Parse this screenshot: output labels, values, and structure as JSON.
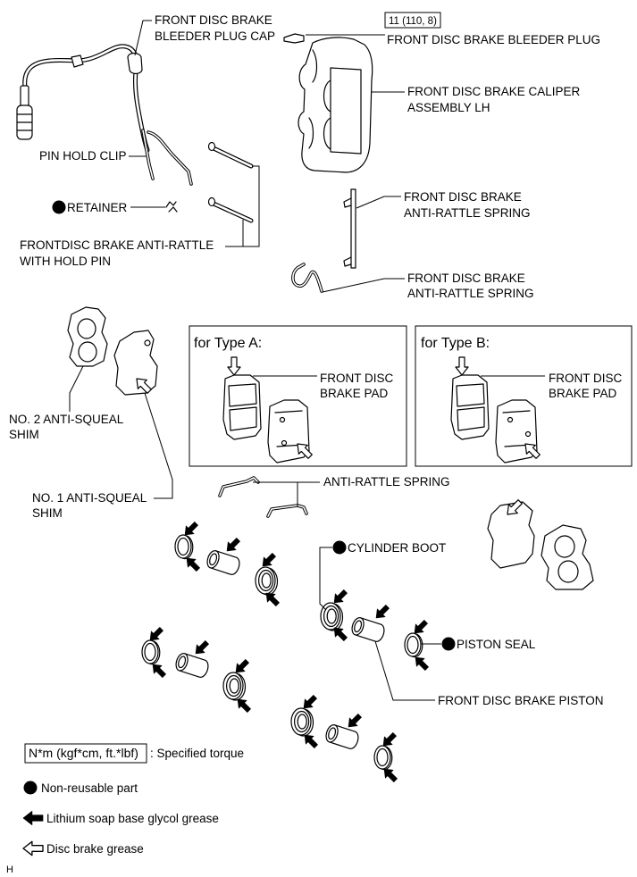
{
  "labels": {
    "bleeder_plug_cap": [
      "FRONT DISC BRAKE",
      "BLEEDER PLUG CAP"
    ],
    "bleeder_plug_torque": "11 (110, 8)",
    "bleeder_plug": "FRONT DISC BRAKE BLEEDER PLUG",
    "caliper": [
      "FRONT DISC BRAKE CALIPER",
      "ASSEMBLY LH"
    ],
    "pin_hold_clip": "PIN HOLD CLIP",
    "retainer": "RETAINER",
    "anti_rattle_hold_pin": [
      "FRONTDISC BRAKE ANTI-RATTLE",
      "WITH HOLD PIN"
    ],
    "anti_rattle_spring_upper": [
      "FRONT DISC BRAKE",
      "ANTI-RATTLE SPRING"
    ],
    "anti_rattle_spring_middle": [
      "FRONT DISC BRAKE",
      "ANTI-RATTLE SPRING"
    ],
    "no2_anti_squeal_shim": [
      "NO. 2 ANTI-SQUEAL",
      "SHIM"
    ],
    "no1_anti_squeal_shim": [
      "NO. 1 ANTI-SQUEAL",
      "SHIM"
    ],
    "anti_rattle_spring_lower": "ANTI-RATTLE SPRING",
    "cylinder_boot": "CYLINDER BOOT",
    "piston_seal": "PISTON SEAL",
    "piston": "FRONT DISC BRAKE PISTON"
  },
  "type_a": {
    "title": "for Type A:",
    "pad_label": [
      "FRONT DISC",
      "BRAKE PAD"
    ]
  },
  "type_b": {
    "title": "for Type B:",
    "pad_label": [
      "FRONT DISC",
      "BRAKE PAD"
    ]
  },
  "legend": {
    "torque_unit": "N*m (kgf*cm, ft.*lbf)",
    "torque_desc": ": Specified torque",
    "non_reusable": "Non-reusable part",
    "lithium_grease": "Lithium soap base glycol grease",
    "disc_brake_grease": "Disc brake grease"
  },
  "figure_code": "H",
  "colors": {
    "line": "#000000",
    "background": "#ffffff"
  }
}
